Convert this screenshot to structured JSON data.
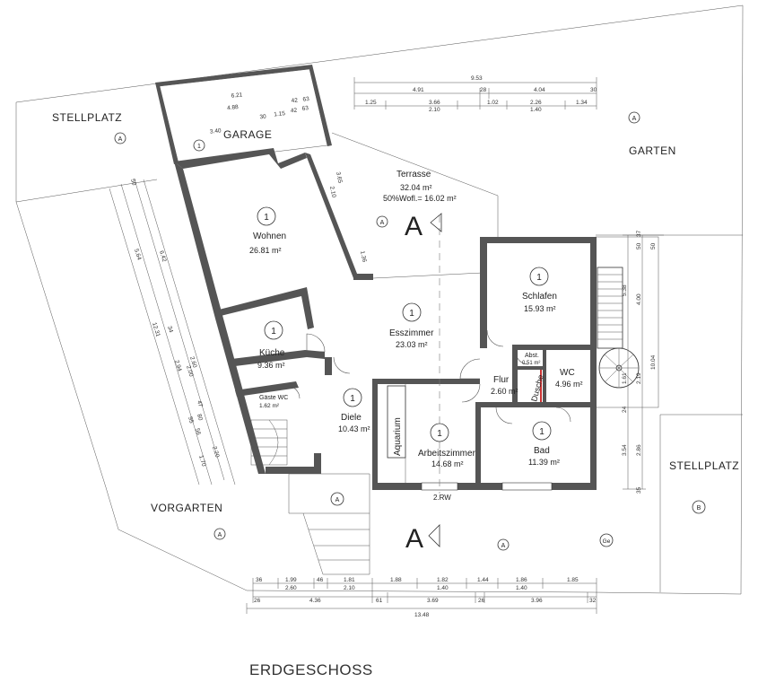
{
  "title": "ERDGESCHOSS",
  "outdoor": {
    "stellplatz_left": "STELLPLATZ",
    "stellplatz_right": "STELLPLATZ",
    "garage": "GARAGE",
    "garten": "GARTEN",
    "vorgarten": "VORGARTEN",
    "window_mark": "2.RW"
  },
  "rooms": [
    {
      "key": "wohnen",
      "name": "Wohnen",
      "area": "26.81 m²",
      "num": "1"
    },
    {
      "key": "terrasse",
      "name": "Terrasse",
      "area": "32.04 m²",
      "area2": "50%Wofl.= 16.02 m²"
    },
    {
      "key": "kueche",
      "name": "Küche",
      "area": "9.36 m²",
      "num": "1"
    },
    {
      "key": "esszimmer",
      "name": "Esszimmer",
      "area": "23.03 m²",
      "num": "1"
    },
    {
      "key": "schlafen",
      "name": "Schlafen",
      "area": "15.93 m²",
      "num": "1"
    },
    {
      "key": "flur",
      "name": "Flur",
      "area": "2.60 m²"
    },
    {
      "key": "abst",
      "name": "Abst.",
      "area": "0.51 m²"
    },
    {
      "key": "wc",
      "name": "WC",
      "area": "4.96 m²"
    },
    {
      "key": "dusche",
      "name": "Dusche"
    },
    {
      "key": "gaeste_wc",
      "name": "Gäste WC",
      "area": "1.62 m²"
    },
    {
      "key": "diele",
      "name": "Diele",
      "area": "10.43 m²",
      "num": "1"
    },
    {
      "key": "aquarium",
      "name": "Aquarium"
    },
    {
      "key": "arbeitszimmer",
      "name": "Arbeitszimmer",
      "area": "14.68 m²",
      "num": "1"
    },
    {
      "key": "bad",
      "name": "Bad",
      "area": "11.39 m²",
      "num": "1"
    }
  ],
  "markers": {
    "a": "A",
    "b": "B",
    "ge": "Ge",
    "one": "1"
  },
  "section_letter": "A",
  "dims": {
    "top_total": "9.53",
    "top_row1": [
      "4.91",
      "28",
      "4.04",
      "30"
    ],
    "top_row2": [
      "1.25",
      "3.66",
      "1.02",
      "2.26",
      "1.34"
    ],
    "top_row2_sub": [
      "2.10",
      "1.40"
    ],
    "garage": [
      "6.21",
      "4.88",
      "42",
      "63",
      "3.40",
      "30",
      "1.15",
      "42",
      "63"
    ],
    "bottom_row1": [
      "36",
      "1.99",
      "46",
      "1.81",
      "1.88",
      "1.82",
      "1.44",
      "1.86",
      "1.85"
    ],
    "bottom_row1_sub": [
      "2.60",
      "2.10",
      "1.40",
      "1.40"
    ],
    "bottom_row2": [
      "26",
      "4.36",
      "61",
      "3.69",
      "26",
      "3.96",
      "32"
    ],
    "bottom_total": "13.48",
    "left": [
      "12.31",
      "5.64",
      "6.42",
      "2.94",
      "2.60",
      "2.00",
      "1.70",
      "2.20",
      "80",
      "95",
      "47",
      "56",
      "34",
      "50"
    ],
    "terrace": [
      "3.65",
      "2.10",
      "1.36"
    ],
    "right": [
      "37",
      "50",
      "50",
      "5.38",
      "4.00",
      "2.19",
      "1.61",
      "10.04",
      "3.54",
      "2.86",
      "24",
      "35"
    ]
  }
}
